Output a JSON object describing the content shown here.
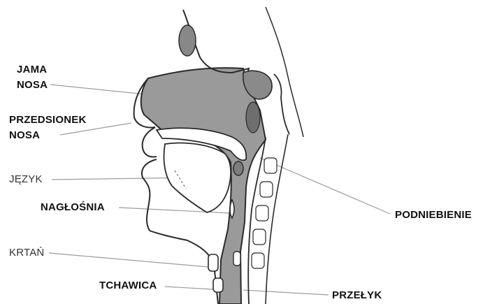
{
  "labels": {
    "jama_nosa_1": "JAMA",
    "jama_nosa_2": "NOSA",
    "przedsionek_1": "PRZEDSIONEK",
    "przedsionek_2": "NOSA",
    "jezyk": "JĘZYK",
    "naglosnia": "NAGŁOŚNIA",
    "krtan": "KRTAŃ",
    "tchawica": "TCHAWICA",
    "podniebienie": "PODNIEBIENIE",
    "przelyk": "PRZEŁYK"
  },
  "colors": {
    "outline": "#2a2a2a",
    "fill": "#9a9a9a",
    "leader": "#9c9c9c",
    "background": "#ffffff"
  }
}
